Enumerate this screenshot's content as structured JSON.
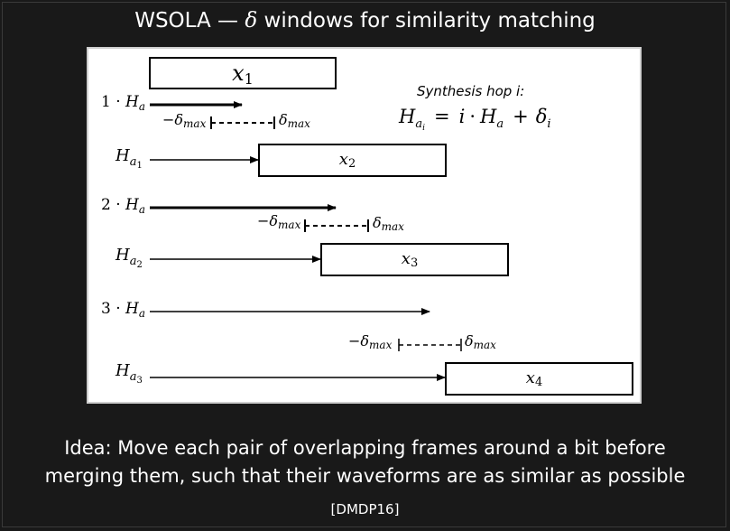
{
  "title": {
    "prefix": "WSOLA — ",
    "symbol": "δ",
    "suffix": " windows for similarity matching"
  },
  "figure": {
    "frames": [
      "x",
      "x",
      "x",
      "x"
    ],
    "frame_indices": [
      "1",
      "2",
      "3",
      "4"
    ],
    "hop_multipliers": [
      "1 ·",
      "2 ·",
      "3 ·"
    ],
    "H": "H",
    "a": "a",
    "a_index": [
      "1",
      "2",
      "3"
    ],
    "delta_symbol": "δ",
    "minus": "−",
    "max": "max",
    "synthesis_label": "Synthesis hop i:",
    "formula": {
      "lhs_H": "H",
      "lhs_sub_a": "a",
      "lhs_sub_i": "i",
      "equals": "=",
      "i": "i",
      "dot": "·",
      "H": "H",
      "sub_a": "a",
      "plus": "+",
      "delta": "δ",
      "sub_i": "i"
    }
  },
  "caption": {
    "line1": "Idea: Move each pair of overlapping frames around a bit before",
    "line2": "merging them, such that their waveforms are as similar as possible"
  },
  "citation": "[DMDP16]"
}
